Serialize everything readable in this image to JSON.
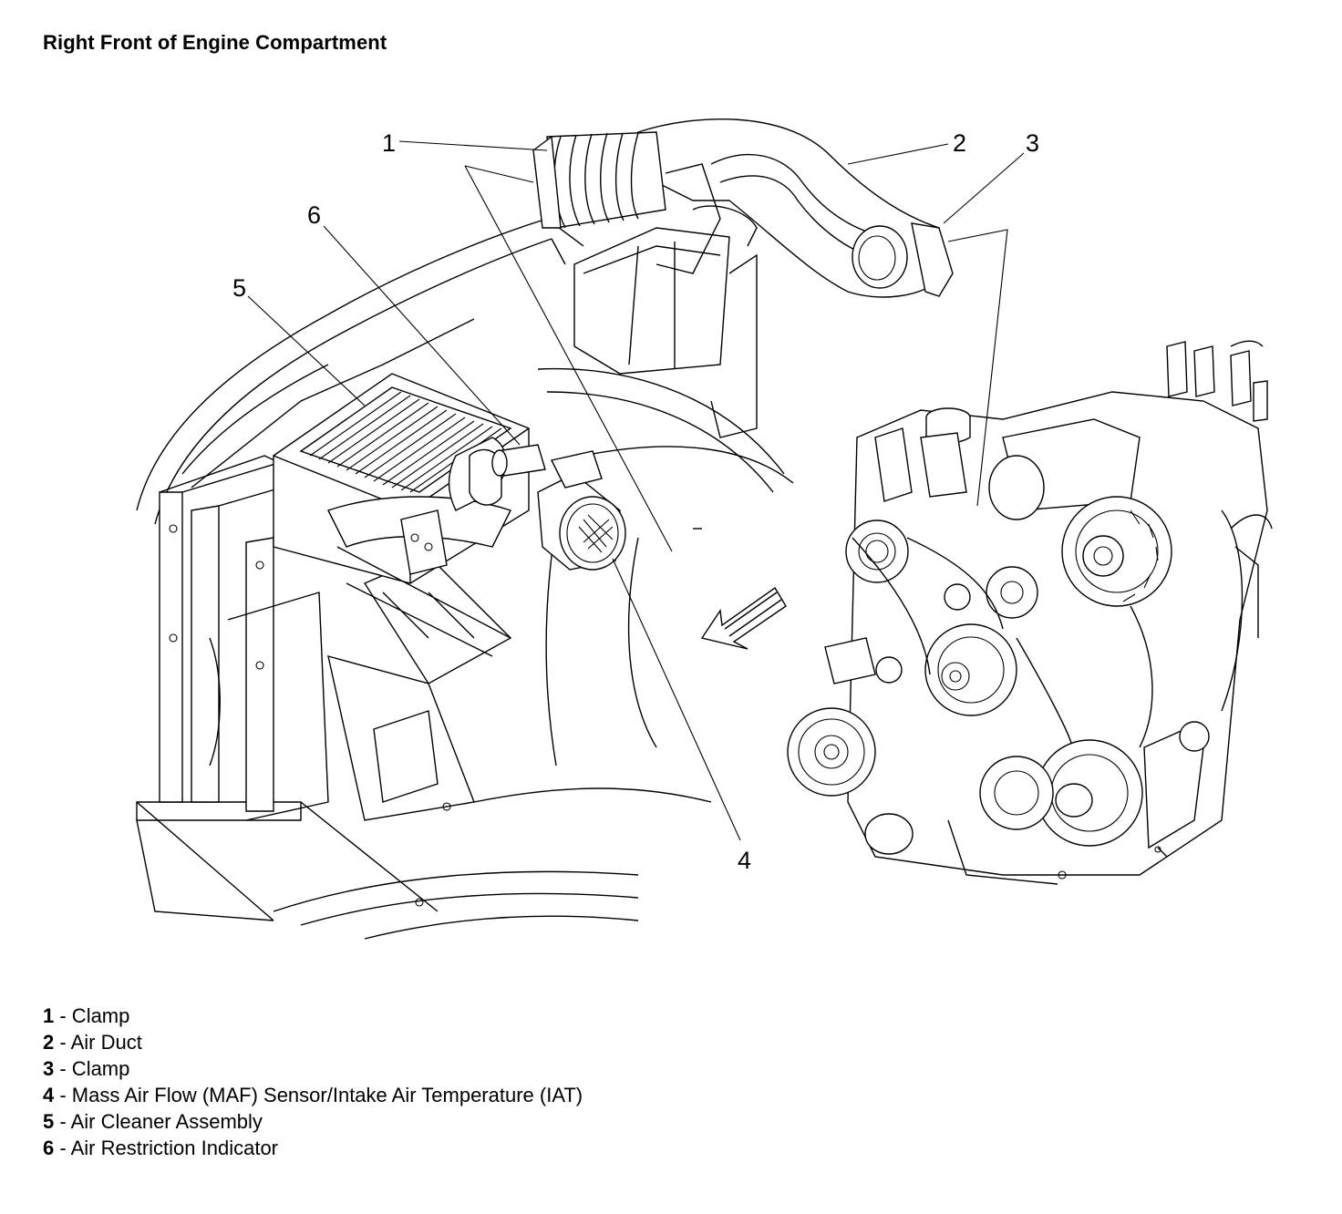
{
  "title": "Right Front of Engine Compartment",
  "callouts": [
    "1",
    "2",
    "3",
    "4",
    "5",
    "6"
  ],
  "legend": [
    {
      "num": "1",
      "label": " - Clamp"
    },
    {
      "num": "2",
      "label": " - Air Duct"
    },
    {
      "num": "3",
      "label": " - Clamp"
    },
    {
      "num": "4",
      "label": " - Mass Air Flow (MAF) Sensor/Intake Air Temperature (IAT)"
    },
    {
      "num": "5",
      "label": " - Air Cleaner Assembly"
    },
    {
      "num": "6",
      "label": " - Air Restriction Indicator"
    }
  ]
}
